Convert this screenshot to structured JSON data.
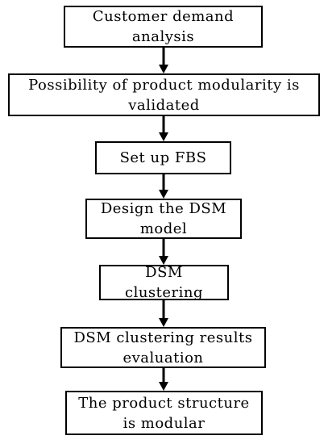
{
  "flowchart": {
    "steps": [
      "Customer demand\nanalysis",
      "Possibility of product modularity is\nvalidated",
      "Set up FBS",
      "Design the DSM\nmodel",
      "DSM clustering",
      "DSM clustering results\nevaluation",
      "The product structure\nis modular"
    ],
    "arrow_color": "#000000",
    "border_color": "#000000"
  }
}
